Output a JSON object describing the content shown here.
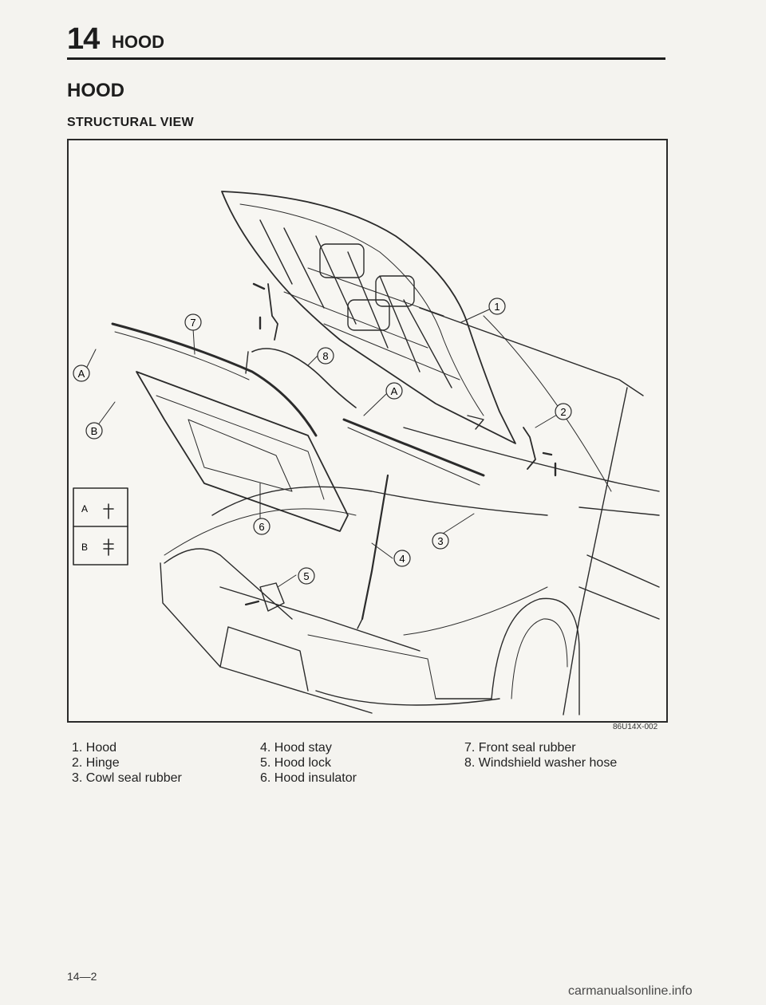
{
  "header": {
    "chapter_number": "14",
    "chapter_title": "HOOD"
  },
  "section_title": "HOOD",
  "subsection_title": "STRUCTURAL VIEW",
  "figure": {
    "callouts": [
      "1",
      "2",
      "3",
      "4",
      "5",
      "6",
      "7",
      "8",
      "A",
      "A",
      "B"
    ],
    "clip_legend": [
      {
        "label": "A"
      },
      {
        "label": "B"
      }
    ],
    "code": "86U14X-002"
  },
  "legend": {
    "col1": [
      "1. Hood",
      "2. Hinge",
      "3. Cowl seal rubber"
    ],
    "col2": [
      "4. Hood stay",
      "5. Hood lock",
      "6. Hood insulator"
    ],
    "col3": [
      "7. Front seal rubber",
      "8. Windshield washer hose"
    ]
  },
  "footer": {
    "page_number": "14—2",
    "watermark": "carmanualsonline.info"
  }
}
